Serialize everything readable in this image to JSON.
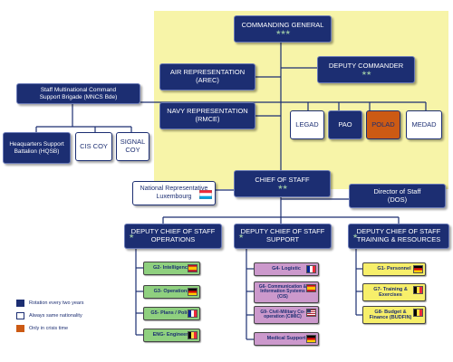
{
  "commanding_general": {
    "title": "COMMANDING GENERAL",
    "stars": "★★★"
  },
  "air_rep": {
    "line1": "AIR REPRESENTATION",
    "line2": "(AREC)"
  },
  "navy_rep": {
    "line1": "NAVY REPRESENTATION",
    "line2": "(RMCE)"
  },
  "deputy_commander": {
    "title": "DEPUTY COMMANDER",
    "stars": "★★"
  },
  "legad": "LEGAD",
  "pao": "PAO",
  "polad": "POLAD",
  "medad": "MEDAD",
  "mncs": {
    "line1": "Staff Multinational Command",
    "line2": "Support Brigade (MNCS Bde)"
  },
  "hqsb": {
    "line1": "Heaquarters Support",
    "line2": "Battalion (HQSB)"
  },
  "cis_coy": "CIS COY",
  "signal_coy": {
    "line1": "SIGNAL",
    "line2": "COY"
  },
  "chief_of_staff": {
    "title": "CHIEF OF STAFF",
    "stars": "★★"
  },
  "national_rep": {
    "line1": "National Representative",
    "line2": "Luxembourg"
  },
  "director_of_staff": {
    "line1": "Director of Staff",
    "line2": "(DOS)"
  },
  "dcos_ops": {
    "line1": "DEPUTY CHIEF OF STAFF",
    "line2": "OPERATIONS",
    "star": "★"
  },
  "dcos_sup": {
    "line1": "DEPUTY CHIEF OF STAFF",
    "line2": "SUPPORT",
    "star": "★"
  },
  "dcos_tr": {
    "line1": "DEPUTY CHIEF OF STAFF",
    "line2": "TRAINING & RESOURCES",
    "star": "★"
  },
  "ops_items": [
    "G2- Intelligence",
    "G3- Operations",
    "G5- Plans / Policy",
    "ENG- Engineers"
  ],
  "sup_items": [
    "G4- Logistic",
    "G6- Communication & Information Systems (CIS)",
    "G9- Civil-Military Co-operation (CIMIC)",
    "Medical Support"
  ],
  "tr_items": [
    "G1- Personnel",
    "G7- Training & Exercises",
    "G8- Budget & Finance (BUDFIN)"
  ],
  "legend": {
    "rotation": "Rotation every two years",
    "same_nationality": "Always same nationality",
    "crisis": "Only in crisis time"
  },
  "colors": {
    "navy": "#1c2e72",
    "yellow_area": "#f7f4a8",
    "green": "#8fd07f",
    "pink": "#cc99cc",
    "yellow": "#f7ef6a",
    "orange": "#cc5a14"
  }
}
